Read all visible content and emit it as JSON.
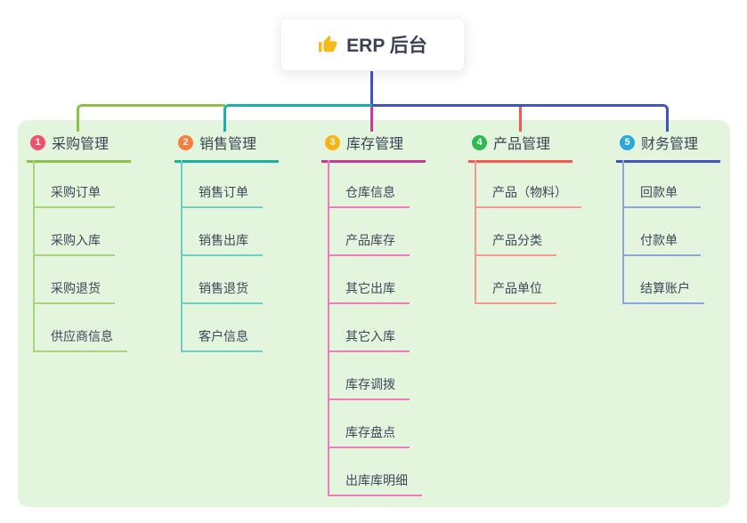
{
  "root": {
    "label": "ERP 后台",
    "icon": "thumbs-up-icon"
  },
  "colors": {
    "panel_bg": "#e4f5de",
    "root_connector": "#4053c5",
    "root_text": "#3b4254",
    "child_text": "#3f4659"
  },
  "branches": [
    {
      "badge": "1",
      "label": "采购管理",
      "badge_color": "#f1506a",
      "line_color": "#8bc34a",
      "child_line_color": "#a9d47f",
      "children": [
        "采购订单",
        "采购入库",
        "采购退货",
        "供应商信息"
      ]
    },
    {
      "badge": "2",
      "label": "销售管理",
      "badge_color": "#f67d3c",
      "line_color": "#14b3a7",
      "child_line_color": "#6fcfc5",
      "children": [
        "销售订单",
        "销售出库",
        "销售退货",
        "客户信息"
      ]
    },
    {
      "badge": "3",
      "label": "库存管理",
      "badge_color": "#fab314",
      "line_color": "#ca3a9c",
      "child_line_color": "#f07cbd",
      "children": [
        "仓库信息",
        "产品库存",
        "其它出库",
        "其它入库",
        "库存调拨",
        "库存盘点",
        "出库库明细"
      ]
    },
    {
      "badge": "4",
      "label": "产品管理",
      "badge_color": "#2eba51",
      "line_color": "#f8564f",
      "child_line_color": "#f69a91",
      "children": [
        "产品（物料）",
        "产品分类",
        "产品单位"
      ]
    },
    {
      "badge": "5",
      "label": "财务管理",
      "badge_color": "#2ba7e0",
      "line_color": "#3e55bf",
      "child_line_color": "#8ba4dc",
      "children": [
        "回款单",
        "付款单",
        "结算账户"
      ]
    }
  ]
}
